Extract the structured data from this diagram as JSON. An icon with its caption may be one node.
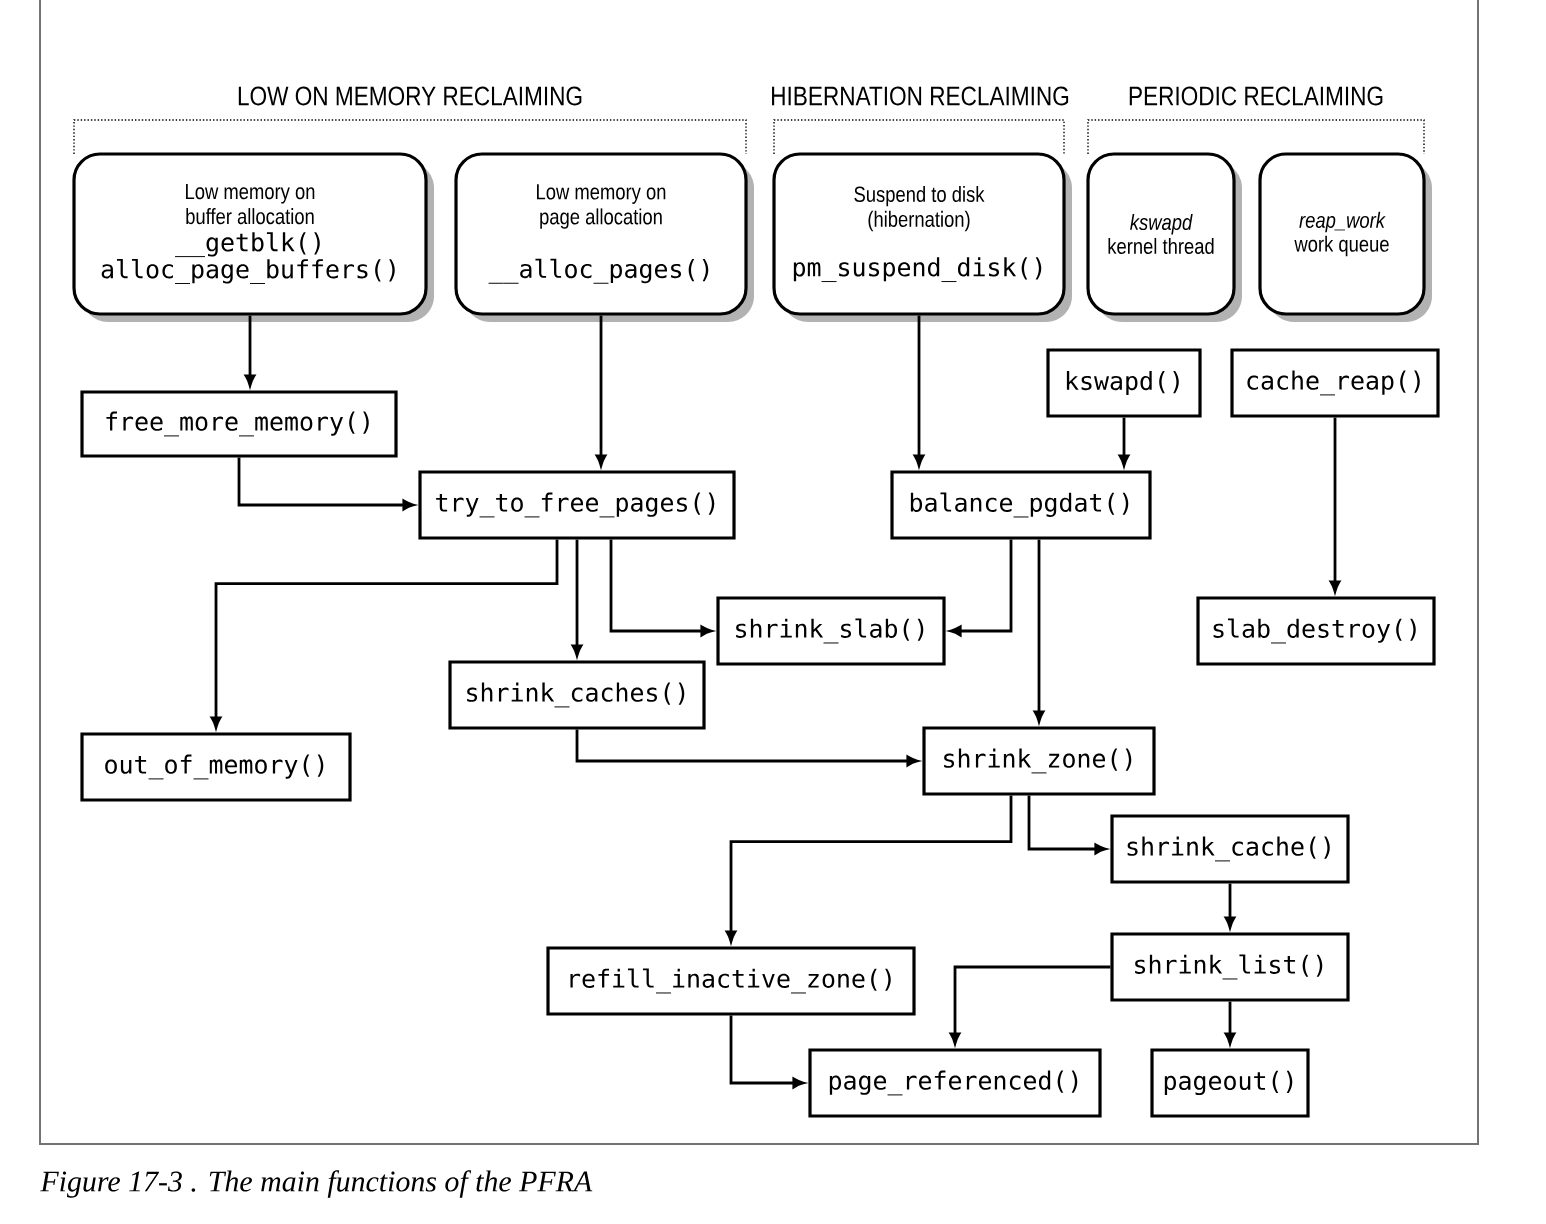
{
  "diagram": {
    "caption": "Figure 17-3 . The main functions of the PFRA",
    "nodes": [
      {
        "text": [
          "Low memory on buffer allocation",
          "__getblk()",
          "alloc_page_buffers()"
        ]
      },
      {
        "text": [
          "Low memory on page allocation",
          "__alloc_pages()"
        ]
      },
      {
        "text": [
          "Suspend to disk (hibernation)",
          "pm_suspend_disk()"
        ]
      },
      {
        "text": [
          "kswapd",
          "kernel thread"
        ]
      },
      {
        "text": [
          "reap_work",
          "work queue"
        ]
      },
      {
        "text": [
          "free_more_memory()"
        ]
      },
      {
        "text": [
          "try_to_free_pages()"
        ]
      },
      {
        "text": [
          "kswapd()"
        ]
      },
      {
        "text": [
          "cache_reap()"
        ]
      },
      {
        "text": [
          "balance_pgdat()"
        ]
      },
      {
        "text": [
          "shrink_slab()"
        ]
      },
      {
        "text": [
          "slab_destroy()"
        ]
      },
      {
        "text": [
          "shrink_caches()"
        ]
      },
      {
        "text": [
          "out_of_memory()"
        ]
      },
      {
        "text": [
          "shrink_zone()"
        ]
      },
      {
        "text": [
          "shrink_cache()"
        ]
      },
      {
        "text": [
          "refill_inactive_zone()"
        ]
      },
      {
        "text": [
          "shrink_list()"
        ]
      },
      {
        "text": [
          "page_referenced()"
        ]
      },
      {
        "text": [
          "pageout()"
        ]
      }
    ],
    "edges": [
      {
        "from": 0,
        "to": 5,
        "arrow": "to"
      },
      {
        "from": 1,
        "to": 6,
        "arrow": "to"
      },
      {
        "from": 5,
        "to": 6,
        "arrow": "to"
      },
      {
        "from": 2,
        "to": 9,
        "arrow": "to"
      },
      {
        "from": 7,
        "to": 9,
        "arrow": "to"
      },
      {
        "from": 8,
        "to": 11,
        "arrow": "to"
      },
      {
        "from": 6,
        "to": 13,
        "arrow": "to"
      },
      {
        "from": 6,
        "to": 12,
        "arrow": "to"
      },
      {
        "from": 6,
        "to": 10,
        "arrow": "to"
      },
      {
        "from": 9,
        "to": 10,
        "arrow": "to"
      },
      {
        "from": 9,
        "to": 14,
        "arrow": "to"
      },
      {
        "from": 12,
        "to": 14,
        "arrow": "to"
      },
      {
        "from": 14,
        "to": 16,
        "arrow": "to"
      },
      {
        "from": 14,
        "to": 15,
        "arrow": "to"
      },
      {
        "from": 15,
        "to": 17,
        "arrow": "to"
      },
      {
        "from": 17,
        "to": 18,
        "arrow": "to"
      },
      {
        "from": 17,
        "to": 19,
        "arrow": "to"
      },
      {
        "from": 16,
        "to": 18,
        "arrow": "to"
      }
    ],
    "labels": [
      "LOW ON MEMORY RECLAIMING",
      "HIBERNATION RECLAIMING",
      "PERIODIC RECLAIMING"
    ]
  }
}
